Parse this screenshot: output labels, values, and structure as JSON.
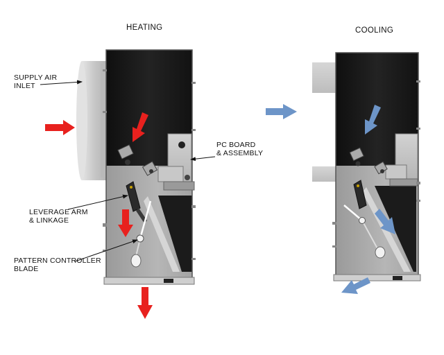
{
  "titles": {
    "heating": "HEATING",
    "cooling": "COOLING"
  },
  "labels": {
    "supply_air_inlet": [
      "SUPPLY AIR",
      "INLET"
    ],
    "pc_board": [
      "PC BOARD",
      "& ASSEMBLY"
    ],
    "leverage_arm": [
      "LEVERAGE ARM",
      "& LINKAGE"
    ],
    "pattern_controller": [
      "PATTERN CONTROLLER",
      "BLADE"
    ]
  },
  "colors": {
    "heating_arrow": "#e8211e",
    "cooling_arrow": "#6d95c8",
    "housing_dark": "#141414",
    "housing_light": "#a9a9a9",
    "inlet_duct": "#cfcfcf"
  }
}
